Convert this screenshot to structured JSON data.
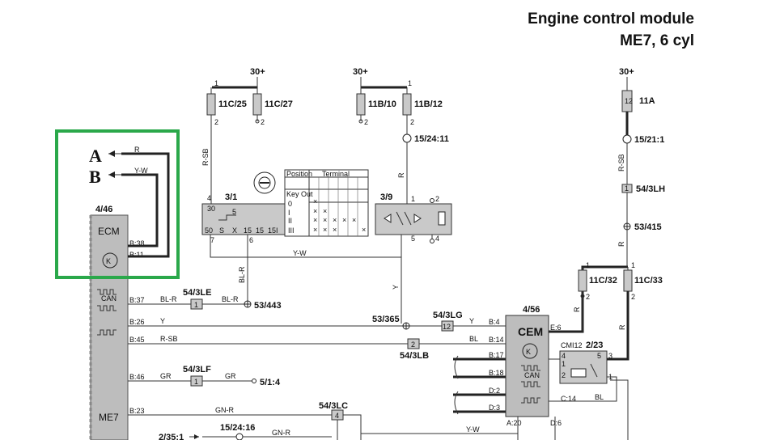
{
  "title": {
    "line1": "Engine control module",
    "line2": "ME7, 6 cyl"
  },
  "callouts": {
    "a": "A",
    "b": "B"
  },
  "supply": {
    "left": "30+",
    "mid": "30+",
    "right": "30+"
  },
  "fuses": {
    "f1": "11C/25",
    "f2": "11C/27",
    "f3": "11B/10",
    "f4": "11B/12",
    "f5": "11A",
    "f6": "11C/32",
    "f7": "11C/33"
  },
  "pins": {
    "p1": "1",
    "p2": "2"
  },
  "connectors": {
    "c1": "15/24:11",
    "c2": "15/21:1",
    "c3": "54/3LH",
    "c4": "53/415",
    "c5": "53/443",
    "c6": "53/365",
    "c7": "54/3LE",
    "c8": "54/3LG",
    "c9": "54/3LB",
    "c10": "54/3LF",
    "c11": "5/1:4",
    "c12": "54/3LC",
    "c13": "2/35:1",
    "c14": "15/24:16"
  },
  "connector_pins": {
    "le": "1",
    "lg": "12",
    "lb": "2",
    "lf": "1",
    "lc": "4",
    "lh": "1"
  },
  "ignition_switch": {
    "id": "3/1",
    "position_label": "Position",
    "terminal_label": "Terminal",
    "keyout": "Key Out",
    "terminals": [
      "30",
      "15",
      "15",
      "X",
      "15I",
      "50"
    ],
    "positions": [
      "0",
      "I",
      "II",
      "III"
    ],
    "pins": [
      "50",
      "S",
      "X",
      "15",
      "15",
      "15I"
    ],
    "pin_nums": [
      "7",
      "6"
    ],
    "inner": "5",
    "t30": "30",
    "t4": "4"
  },
  "relay39": {
    "id": "3/9",
    "pins": [
      "1",
      "2",
      "5",
      "4"
    ]
  },
  "ecm": {
    "id": "4/46",
    "name": "ECM",
    "bottom": "ME7",
    "can": "CAN",
    "pins": [
      "B:38",
      "B:11",
      "B:37",
      "B:26",
      "B:45",
      "B:46",
      "B:23"
    ]
  },
  "cem": {
    "id": "4/56",
    "name": "CEM",
    "can": "CAN",
    "pins_left": [
      "B:4",
      "B:14",
      "B:17",
      "B:18",
      "D:2",
      "D:3"
    ],
    "pins_other": [
      "E:6",
      "CMI12",
      "C:14",
      "A:20",
      "D:6"
    ]
  },
  "relay223": {
    "id": "2/23",
    "pins": [
      "4",
      "5",
      "3",
      "1",
      "2",
      "1"
    ]
  },
  "wires": {
    "r": "R",
    "yw": "Y-W",
    "rsb": "R-SB",
    "blr": "BL-R",
    "y": "Y",
    "gr": "GR",
    "gnr": "GN-R",
    "bl": "BL"
  }
}
